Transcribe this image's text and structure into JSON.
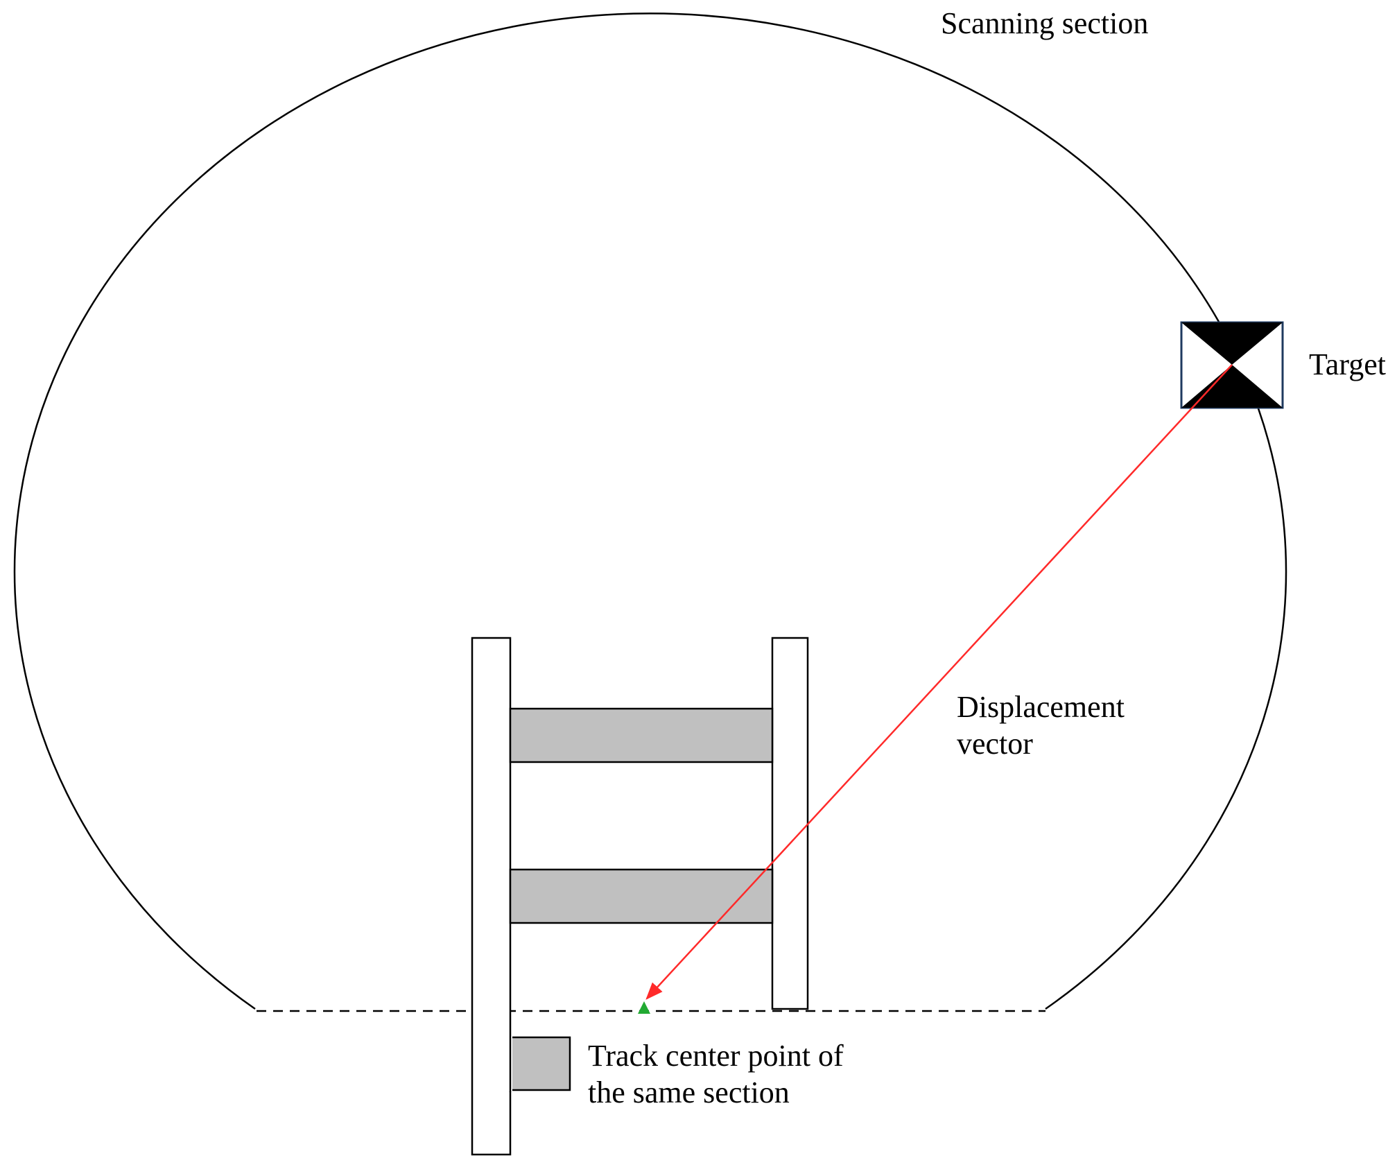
{
  "labels": {
    "scanning_section": "Scanning section",
    "target": "Target",
    "displacement_vector_line1": "Displacement",
    "displacement_vector_line2": "vector",
    "track_center_line1": "Track center point of",
    "track_center_line2": "the same section"
  },
  "colors": {
    "outline": "#000000",
    "sleeper_fill": "#c0c0c0",
    "vector": "#ff2a2a",
    "center_point": "#22aa33",
    "target_fill": "#000000",
    "target_border": "#1f3a5f"
  },
  "icons": {
    "target": "target-icon",
    "center_point": "triangle-marker-icon"
  }
}
